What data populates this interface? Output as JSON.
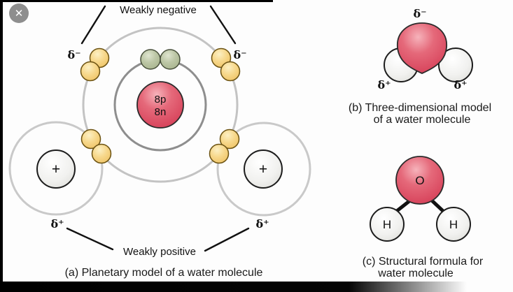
{
  "icons": {
    "close": "✕"
  },
  "colors": {
    "oxygen_red": "#DD5C6C",
    "electron_yellow": "#F7D88C",
    "electron_green": "#BCC6A5",
    "hydrogen_white": "#F1F1EF",
    "outer_shell_gray": "#C3C3C3",
    "inner_shell_gray": "#8E8E8E",
    "close_button_gray": "#8E8E8E"
  },
  "panel_a": {
    "annotation_negative": "Weakly negative",
    "annotation_positive": "Weakly positive",
    "delta_minus": "δ⁻",
    "delta_plus": "δ⁺",
    "nucleus_protons": "8p",
    "nucleus_neutrons": "8n",
    "hydrogen_charge": "+",
    "caption": "(a) Planetary model of a water molecule"
  },
  "panel_b": {
    "delta_minus": "δ⁻",
    "delta_plus": "δ⁺",
    "caption_line1": "(b) Three-dimensional model",
    "caption_line2": "of a water molecule"
  },
  "panel_c": {
    "oxygen_label": "O",
    "hydrogen_label": "H",
    "caption_line1": "(c) Structural formula for",
    "caption_line2": "water molecule"
  }
}
